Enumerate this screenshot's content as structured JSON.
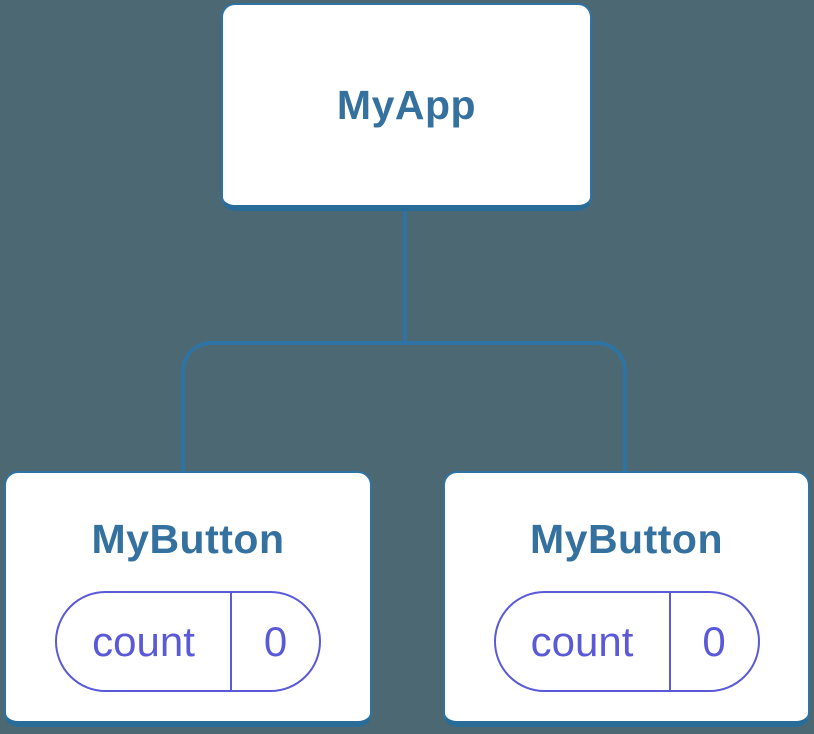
{
  "diagram": {
    "type": "component-tree",
    "background_color": "#4C6973",
    "colors": {
      "box_background": "#FFFFFF",
      "box_border": "#2E73A3",
      "box_border_bottom": "#2A6C98",
      "component_label_text": "#35719E",
      "connector_line": "#2E73A3",
      "state_pill_border": "#5A5AD8",
      "state_pill_text": "#5A5AD8"
    },
    "root": {
      "label": "MyApp"
    },
    "children": [
      {
        "label": "MyButton",
        "state": {
          "key": "count",
          "value": "0"
        }
      },
      {
        "label": "MyButton",
        "state": {
          "key": "count",
          "value": "0"
        }
      }
    ]
  }
}
